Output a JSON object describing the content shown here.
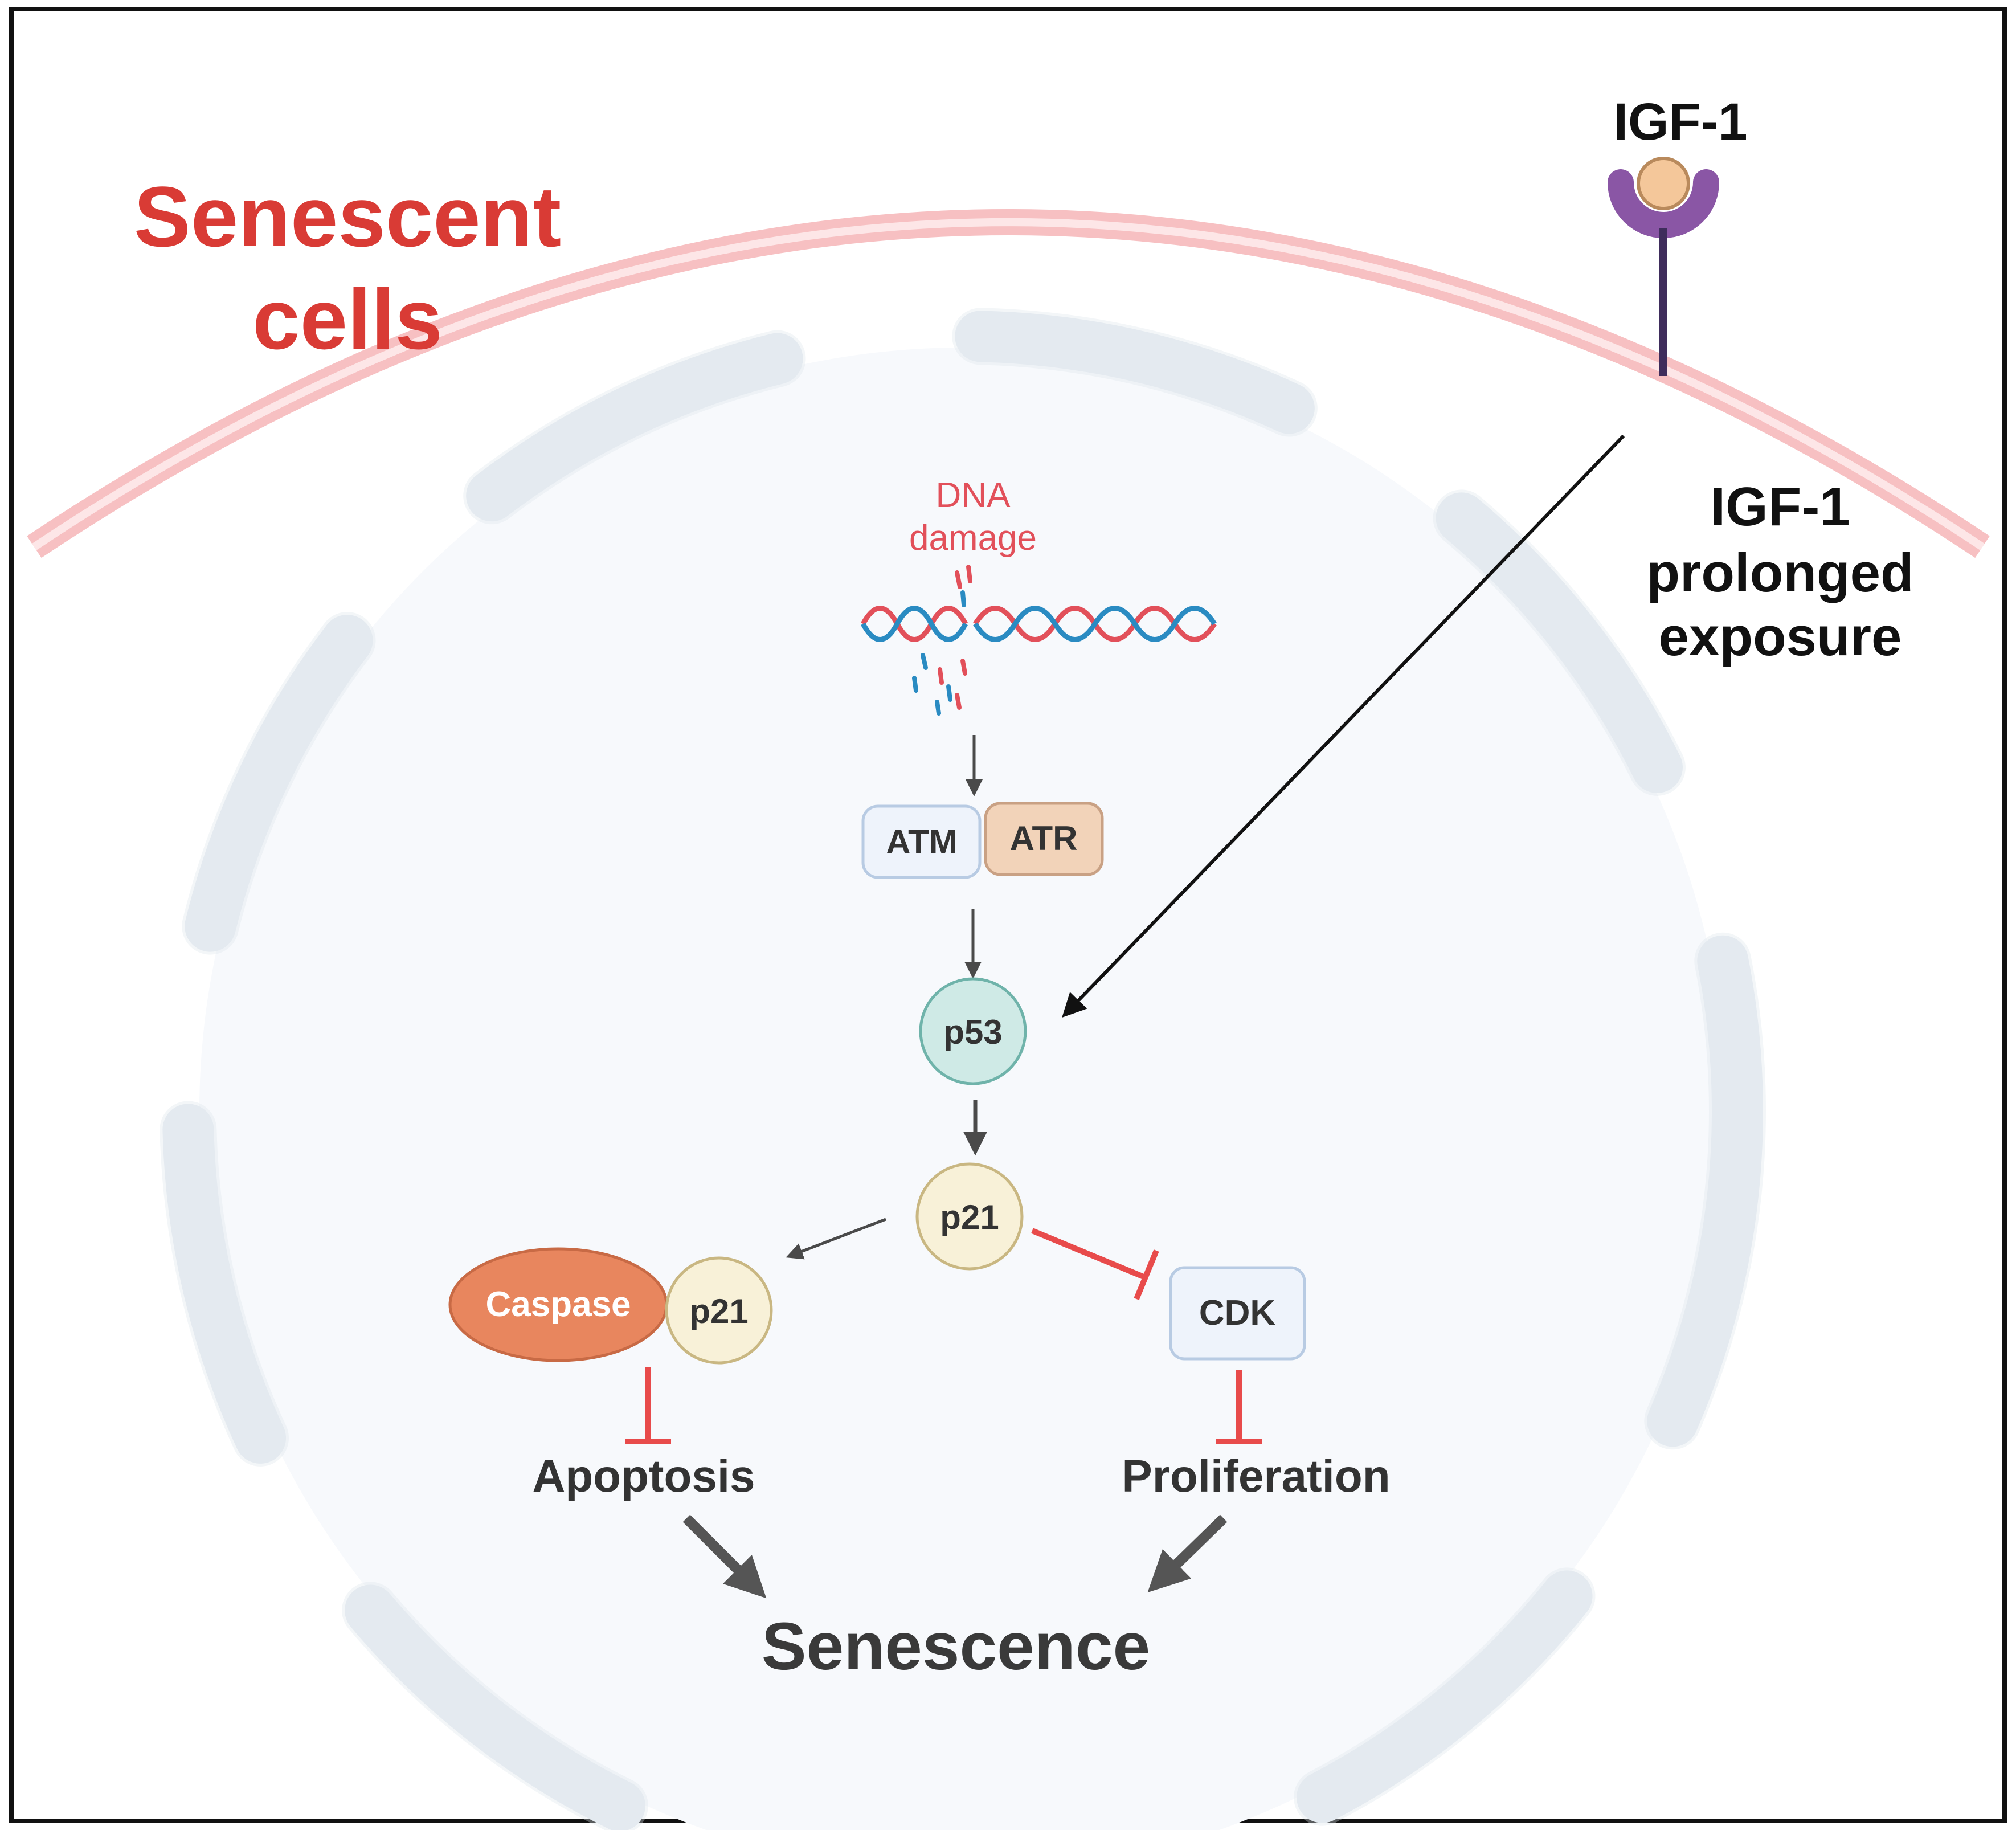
{
  "title": {
    "line1": "Senescent",
    "line2": "cells"
  },
  "receptor": {
    "ligand_label": "IGF-1"
  },
  "exposure": {
    "line1": "IGF-1",
    "line2": "prolonged",
    "line3": "exposure"
  },
  "dna": {
    "line1": "DNA",
    "line2": "damage"
  },
  "nodes": {
    "atm": "ATM",
    "atr": "ATR",
    "p53": "p53",
    "p21": "p21",
    "caspase": "Caspase",
    "p21_complex": "p21",
    "cdk": "CDK"
  },
  "outcomes": {
    "apoptosis": "Apoptosis",
    "proliferation": "Proliferation",
    "senescence": "Senescence"
  },
  "colors": {
    "title_red": "#d93b35",
    "membrane": "#f7c0c2",
    "nucleus_dash": "#e8edf3",
    "receptor_purple": "#8a56a5",
    "ligand": "#f4c79a",
    "dna_red": "#e2505a",
    "dna_blue": "#2a8bc2",
    "atm_fill": "#eef3fb",
    "atr_fill": "#f2d3b9",
    "p53_fill": "#cfeae6",
    "p21_fill": "#f8f1d8",
    "caspase_fill": "#e8865e",
    "cdk_fill": "#eef3fb",
    "inhibit_red": "#e84b4b",
    "arrow_gray": "#4a4a4a"
  }
}
